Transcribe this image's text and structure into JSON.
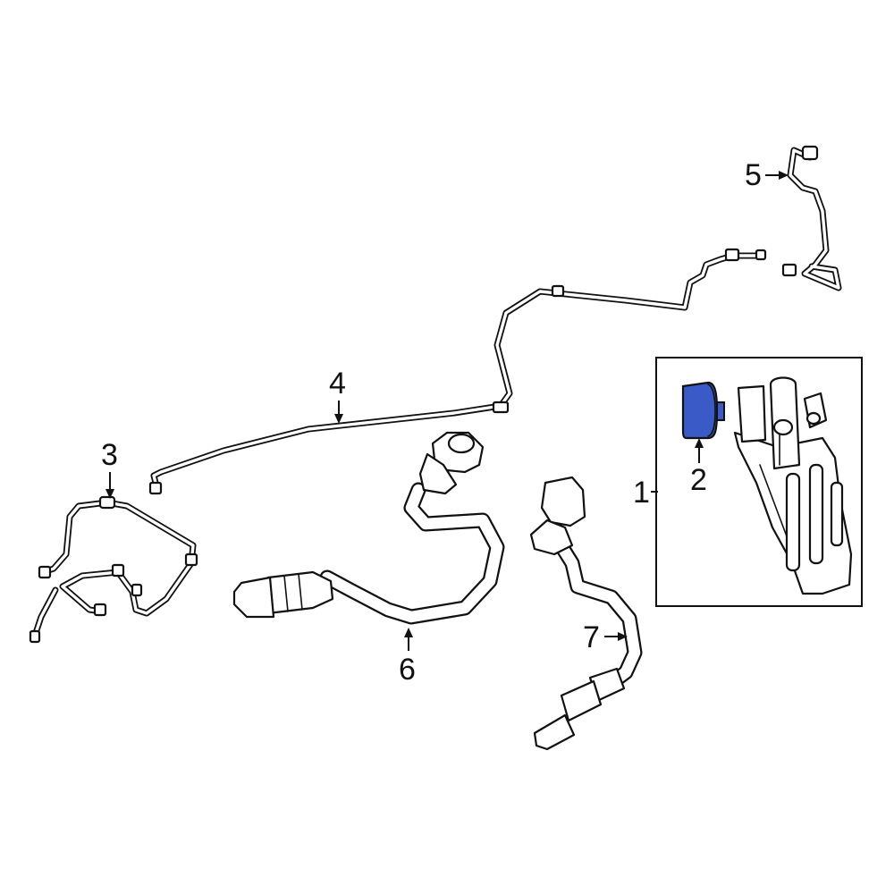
{
  "diagram": {
    "highlight_color": "#3a5bc7",
    "line_color": "#111111",
    "background": "#ffffff",
    "callouts": [
      {
        "id": "1",
        "label": "1"
      },
      {
        "id": "2",
        "label": "2"
      },
      {
        "id": "3",
        "label": "3"
      },
      {
        "id": "4",
        "label": "4"
      },
      {
        "id": "5",
        "label": "5"
      },
      {
        "id": "6",
        "label": "6"
      },
      {
        "id": "7",
        "label": "7"
      }
    ]
  }
}
